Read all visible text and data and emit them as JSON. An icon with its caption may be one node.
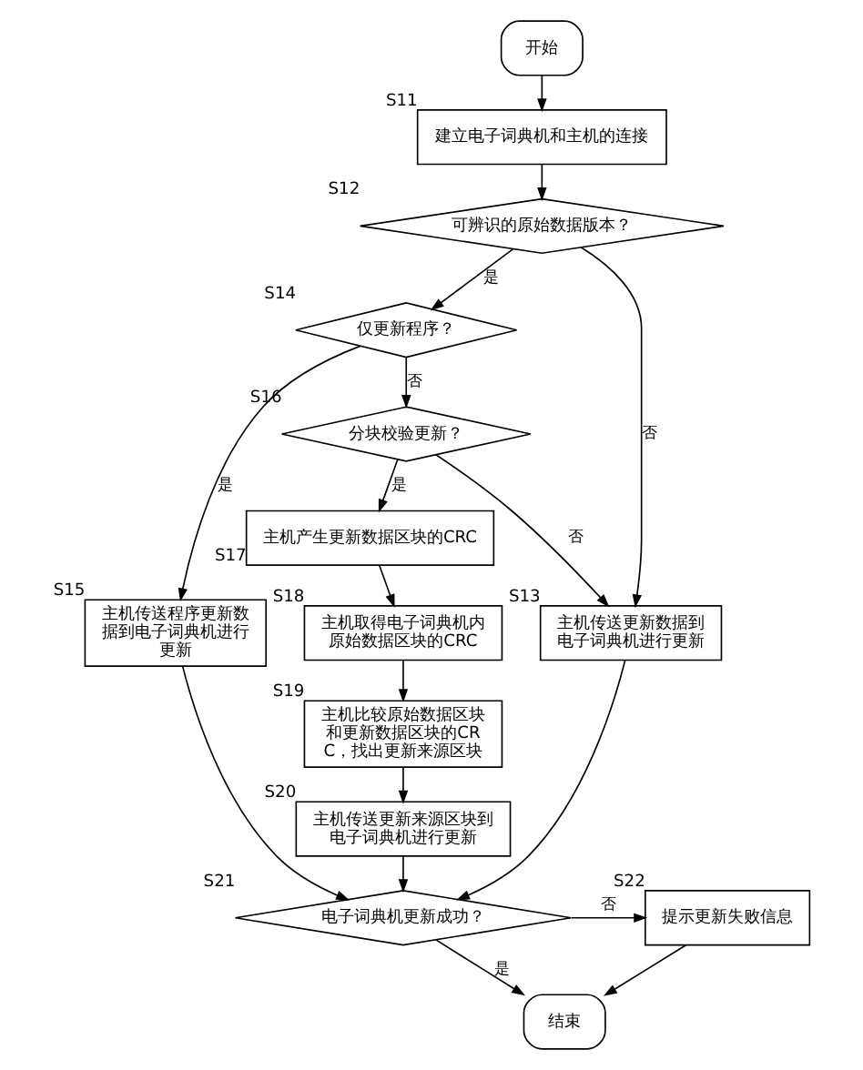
{
  "diagram": {
    "nodes": [
      {
        "text": [
          "开始"
        ]
      },
      {
        "text": [
          "建立电子词典机和主机的连接"
        ],
        "beside": [
          "S11"
        ]
      },
      {
        "text": [
          "可辨识的原始数据版本？"
        ],
        "beside": [
          "S12"
        ]
      },
      {
        "text": [
          "仅更新程序？"
        ],
        "beside": [
          "S14"
        ]
      },
      {
        "text": [
          "分块校验更新？"
        ],
        "beside": [
          "S16"
        ]
      },
      {
        "text": [
          "主机产生更新数据区块的CRC"
        ],
        "beside": [
          "S17"
        ]
      },
      {
        "text": [
          "主机传送程序更新数据到电子词典机进行更新"
        ],
        "beside": [
          "S15"
        ]
      },
      {
        "text": [
          "主机取得电子词典机内原始数据区块的CRC"
        ],
        "beside": [
          "S18"
        ]
      },
      {
        "text": [
          "主机传送更新数据到电子词典机进行更新"
        ],
        "beside": [
          "S13"
        ]
      },
      {
        "text": [
          "主机比较原始数据区块和更新数据区块的CRC，找出更新来源区块"
        ],
        "beside": [
          "S19"
        ]
      },
      {
        "text": [
          "主机传送更新来源区块到电子词典机进行更新"
        ],
        "beside": [
          "S20"
        ]
      },
      {
        "text": [
          "电子词典机更新成功？"
        ],
        "beside": [
          "S21"
        ]
      },
      {
        "text": [
          "提示更新失败信息"
        ],
        "beside": [
          "S22"
        ]
      },
      {
        "text": [
          "结束"
        ]
      }
    ],
    "edges": [
      {
        "from": 0,
        "to": 1,
        "arrow": "to"
      },
      {
        "from": 1,
        "to": 2,
        "arrow": "to"
      },
      {
        "from": 2,
        "to": 3,
        "arrow": "to",
        "label": "是"
      },
      {
        "from": 2,
        "to": 8,
        "arrow": "to",
        "label": "否"
      },
      {
        "from": 3,
        "to": 6,
        "arrow": "to",
        "label": "是"
      },
      {
        "from": 3,
        "to": 4,
        "arrow": "to",
        "label": "否"
      },
      {
        "from": 4,
        "to": 5,
        "arrow": "to",
        "label": "是"
      },
      {
        "from": 4,
        "to": 8,
        "arrow": "to",
        "label": "否"
      },
      {
        "from": 5,
        "to": 7,
        "arrow": "to"
      },
      {
        "from": 7,
        "to": 9,
        "arrow": "to"
      },
      {
        "from": 9,
        "to": 10,
        "arrow": "to"
      },
      {
        "from": 10,
        "to": 11,
        "arrow": "to"
      },
      {
        "from": 6,
        "to": 11,
        "arrow": "to"
      },
      {
        "from": 8,
        "to": 11,
        "arrow": "to"
      },
      {
        "from": 11,
        "to": 12,
        "arrow": "to",
        "label": "否"
      },
      {
        "from": 11,
        "to": 13,
        "arrow": "to",
        "label": "是"
      },
      {
        "from": 12,
        "to": 13,
        "arrow": "to"
      }
    ]
  }
}
